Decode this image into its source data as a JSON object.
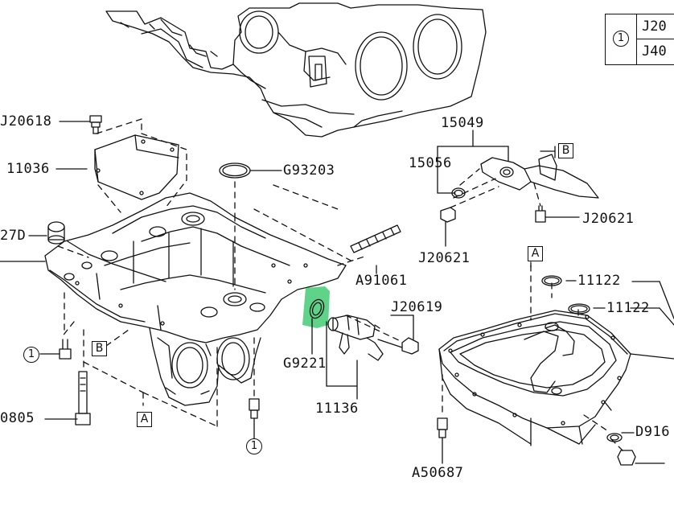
{
  "labels": {
    "j20618": "J20618",
    "p11036": "11036",
    "p27d": "27D",
    "g93203": "G93203",
    "p15049": "15049",
    "p15056": "15056",
    "j20621_a": "J20621",
    "j20621_b": "J20621",
    "a91061": "A91061",
    "j20619": "J20619",
    "g9221": "G9221",
    "p11136": "11136",
    "p0805": "0805",
    "p11122_a": "11122",
    "p11122_b": "11122",
    "d916": "D916",
    "a50687": "A50687"
  },
  "ref_boxes": {
    "a_mid": "A",
    "a_right": "A",
    "b_left": "B",
    "b_right": "B"
  },
  "ref_circles": {
    "c_left": "1",
    "c_bottom": "1",
    "c_legend": "1"
  },
  "legend": {
    "row1": "J20",
    "row2": "J40"
  },
  "highlight_color": "#5fd38a"
}
